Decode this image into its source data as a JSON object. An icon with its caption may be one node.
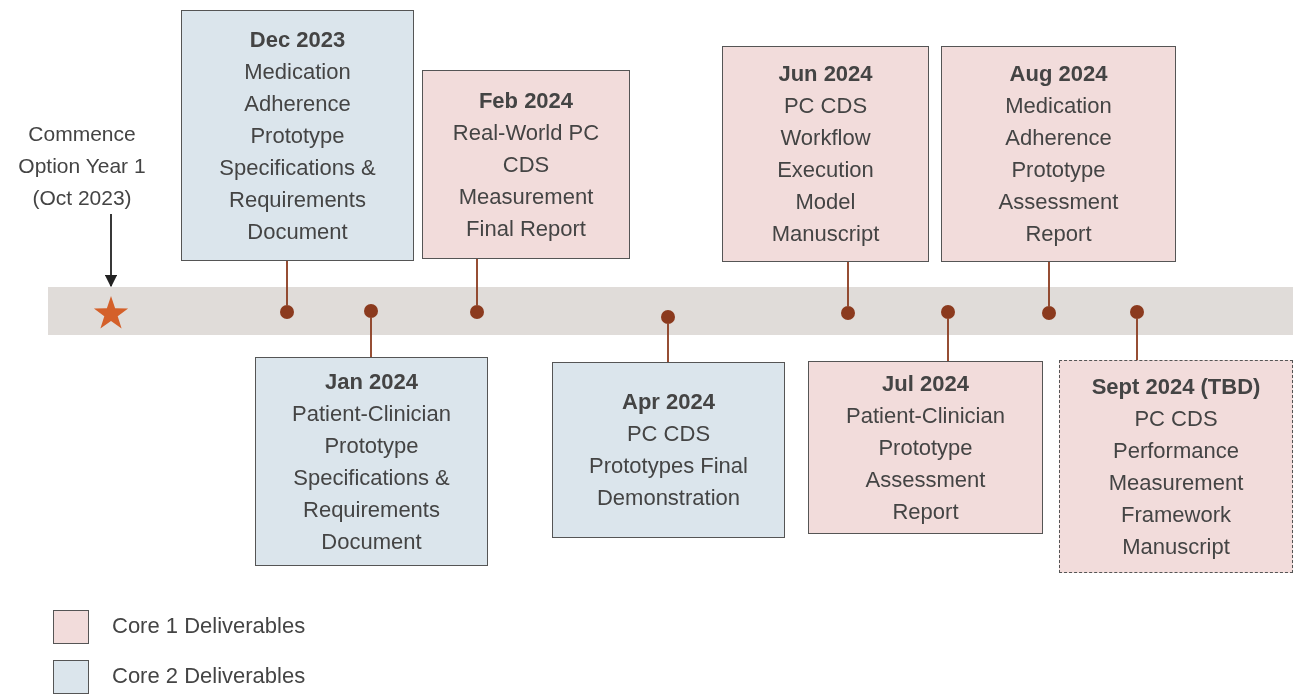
{
  "diagram": {
    "nodes": [
      {
        "text": [
          "Commence Option Year 1 (Oct 2023)"
        ]
      },
      {
        "text": [],
        "shape": "star"
      },
      {
        "text": [
          "Dec 2023",
          "Medication Adherence Prototype Specifications & Requirements Document"
        ]
      },
      {
        "text": [],
        "shape": "circle"
      },
      {
        "text": [
          "Jan 2024",
          "Patient-Clinician Prototype Specifications & Requirements Document"
        ]
      },
      {
        "text": [],
        "shape": "circle"
      },
      {
        "text": [
          "Feb 2024",
          "Real-World PC CDS Measurement Final Report"
        ]
      },
      {
        "text": [],
        "shape": "circle"
      },
      {
        "text": [
          "Apr 2024",
          "PC CDS Prototypes Final Demonstration"
        ]
      },
      {
        "text": [],
        "shape": "circle"
      },
      {
        "text": [
          "Jun 2024",
          "PC CDS Workflow Execution Model Manuscript"
        ]
      },
      {
        "text": [],
        "shape": "circle"
      },
      {
        "text": [
          "Jul 2024",
          "Patient-Clinician Prototype Assessment Report"
        ]
      },
      {
        "text": [],
        "shape": "circle"
      },
      {
        "text": [
          "Aug 2024",
          "Medication Adherence Prototype Assessment Report"
        ]
      },
      {
        "text": [],
        "shape": "circle"
      },
      {
        "text": [
          "Sept 2024 (TBD)",
          "PC CDS Performance Measurement Framework Manuscript"
        ]
      },
      {
        "text": [],
        "shape": "circle"
      }
    ],
    "edges": [
      {
        "from": 0,
        "to": 1,
        "arrow": "to",
        "color": "#222222"
      },
      {
        "from": 2,
        "to": 3,
        "arrow": "none"
      },
      {
        "from": 4,
        "to": 5,
        "arrow": "none"
      },
      {
        "from": 6,
        "to": 7,
        "arrow": "none"
      },
      {
        "from": 8,
        "to": 9,
        "arrow": "none"
      },
      {
        "from": 10,
        "to": 11,
        "arrow": "none"
      },
      {
        "from": 12,
        "to": 13,
        "arrow": "none"
      },
      {
        "from": 14,
        "to": 15,
        "arrow": "none"
      },
      {
        "from": 16,
        "to": 17,
        "arrow": "none"
      }
    ],
    "legend": [
      {
        "text": "Core 1 Deliverables",
        "color": "#f2dcdb"
      },
      {
        "text": "Core 2 Deliverables",
        "color": "#dbe5ec"
      }
    ]
  }
}
